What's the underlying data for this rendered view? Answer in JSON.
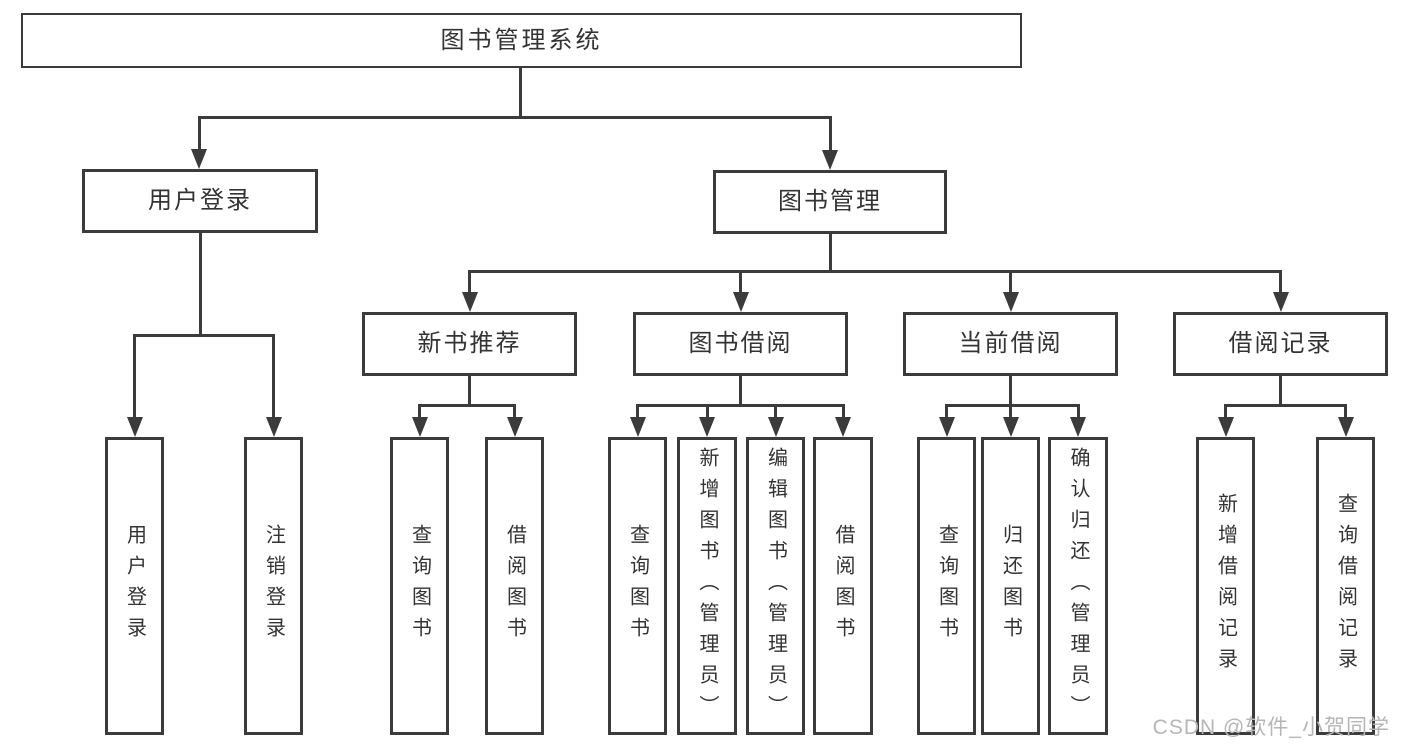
{
  "diagram": {
    "title": "图书管理系统",
    "level1": {
      "user_login": "用户登录",
      "book_management": "图书管理"
    },
    "level2": {
      "new_book": "新书推荐",
      "book_borrow": "图书借阅",
      "current_borrow": "当前借阅",
      "borrow_record": "借阅记录"
    },
    "leaves": {
      "user_login": [
        "用户登录",
        "注销登录"
      ],
      "new_book": [
        "查询图书",
        "借阅图书"
      ],
      "book_borrow": [
        "查询图书",
        "新增图书（管理员）",
        "编辑图书（管理员）",
        "借阅图书"
      ],
      "current_borrow": [
        "查询图书",
        "归还图书",
        "确认归还（管理员）"
      ],
      "borrow_record": [
        "新增借阅记录",
        "查询借阅记录"
      ]
    },
    "watermark": "CSDN @软件_小贺同学",
    "colors": {
      "line": "#3b3b3b",
      "text": "#333333",
      "watermark": "#b6b6b6",
      "background": "#ffffff"
    }
  }
}
